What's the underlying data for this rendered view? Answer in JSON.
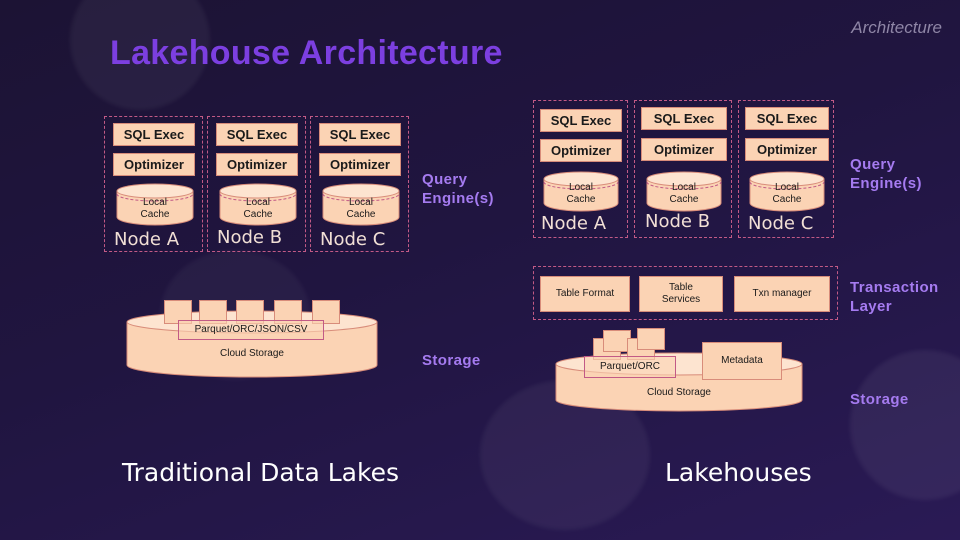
{
  "header": {
    "corner_tag": "Architecture",
    "title": "Lakehouse Architecture"
  },
  "left": {
    "nodes": [
      {
        "sql": "SQL Exec",
        "opt": "Optimizer",
        "cache_line1": "Local",
        "cache_line2": "Cache",
        "label": "Node A"
      },
      {
        "sql": "SQL Exec",
        "opt": "Optimizer",
        "cache_line1": "Local",
        "cache_line2": "Cache",
        "label": "Node B"
      },
      {
        "sql": "SQL Exec",
        "opt": "Optimizer",
        "cache_line1": "Local",
        "cache_line2": "Cache",
        "label": "Node C"
      }
    ],
    "query_label": "Query Engine(s)",
    "format_label": "Parquet/ORC/JSON/CSV",
    "storage_label": "Cloud Storage",
    "storage_layer_label": "Storage",
    "caption": "Traditional Data Lakes"
  },
  "right": {
    "nodes": [
      {
        "sql": "SQL Exec",
        "opt": "Optimizer",
        "cache_line1": "Local",
        "cache_line2": "Cache",
        "label": "Node A"
      },
      {
        "sql": "SQL Exec",
        "opt": "Optimizer",
        "cache_line1": "Local",
        "cache_line2": "Cache",
        "label": "Node B"
      },
      {
        "sql": "SQL Exec",
        "opt": "Optimizer",
        "cache_line1": "Local",
        "cache_line2": "Cache",
        "label": "Node C"
      }
    ],
    "query_label": "Query Engine(s)",
    "txn_boxes": [
      "Table Format",
      "Table Services",
      "Txn manager"
    ],
    "txn_layer_label": "Transaction Layer",
    "format_label": "Parquet/ORC",
    "metadata_label": "Metadata",
    "storage_label": "Cloud Storage",
    "storage_layer_label": "Storage",
    "caption": "Lakehouses"
  },
  "colors": {
    "box_fill": "#fbd3b4",
    "dashed_border": "#c25a86",
    "title": "#7c3fe0",
    "layer_label": "#a57bf0"
  }
}
